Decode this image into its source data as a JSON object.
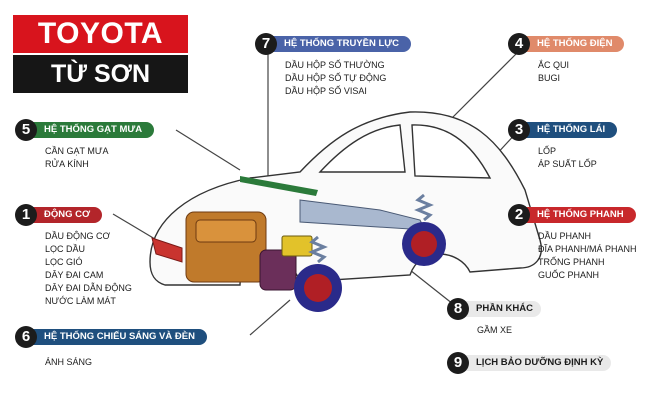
{
  "logo": {
    "line1": "TOYOTA",
    "line2": "TỪ SƠN"
  },
  "colors": {
    "toyota_red": "#d8141d",
    "dark": "#161616",
    "transmission": "#4a63a8",
    "battery": "#e08a6a",
    "steering": "#1f4f7e",
    "brakes": "#c8282b",
    "suspension": "#2b7a3a",
    "engine": "#b3252a",
    "lighting": "#1f4f7e"
  },
  "sections": [
    {
      "num": "7",
      "title": "HỆ THỐNG TRUYỀN LỰC",
      "items": [
        "DẦU HỘP SỐ THƯỜNG",
        "DẦU HỘP SỐ TỰ ĐỘNG",
        "DẦU HỘP SỐ VISAI"
      ]
    },
    {
      "num": "4",
      "title": "HỆ THỐNG ĐIỆN",
      "items": [
        "ẮC QUI",
        "BUGI"
      ]
    },
    {
      "num": "5",
      "title": "HỆ THỐNG GẠT MƯA",
      "items": [
        "CẦN GẠT MƯA",
        "RỬA KÍNH"
      ]
    },
    {
      "num": "3",
      "title": "HỆ THỐNG LÁI",
      "items": [
        "LỐP",
        "ÁP SUẤT LỐP"
      ]
    },
    {
      "num": "1",
      "title": "ĐỘNG CƠ",
      "items": [
        "DẦU ĐỘNG CƠ",
        "LỌC DẦU",
        "LỌC GIÓ",
        "DÂY ĐAI CAM",
        "DÂY ĐAI DẪN ĐỘNG",
        "NƯỚC LÀM MÁT"
      ]
    },
    {
      "num": "2",
      "title": "HỆ THỐNG PHANH",
      "items": [
        "DẦU PHANH",
        "ĐĨA PHANH/MÁ PHANH",
        "TRỐNG PHANH",
        "GUỐC PHANH"
      ]
    },
    {
      "num": "6",
      "title": "HỆ THỐNG CHIẾU SÁNG VÀ ĐÈN",
      "items": [
        "ÁNH SÁNG"
      ]
    },
    {
      "num": "8",
      "title": "PHẦN KHÁC",
      "items": [
        "GẦM XE"
      ]
    },
    {
      "num": "9",
      "title": "LỊCH BẢO DƯỠNG ĐỊNH KỲ",
      "items": []
    }
  ]
}
